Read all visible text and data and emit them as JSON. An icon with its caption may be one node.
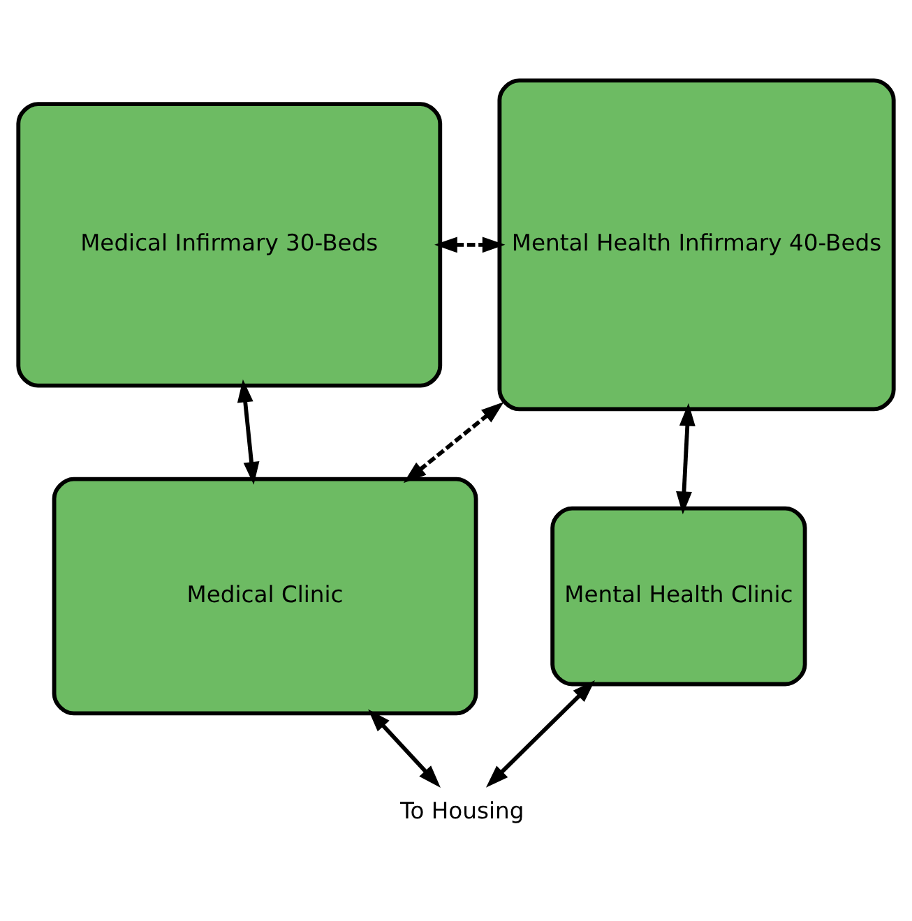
{
  "diagram": {
    "nodes": [
      {
        "text": [
          "Medical Infirmary 30-Beds"
        ]
      },
      {
        "text": [
          "Mental Health Infirmary 40-Beds"
        ]
      },
      {
        "text": [
          "Medical Clinic"
        ]
      },
      {
        "text": [
          "Mental Health Clinic"
        ]
      },
      {
        "text": [
          "To Housing"
        ]
      }
    ],
    "edges": [
      {
        "from": 0,
        "to": 1,
        "arrow": "both",
        "style": "dashed"
      },
      {
        "from": 0,
        "to": 2,
        "arrow": "both"
      },
      {
        "from": 2,
        "to": 1,
        "arrow": "both",
        "style": "dashed"
      },
      {
        "from": 1,
        "to": 3,
        "arrow": "both"
      },
      {
        "from": 2,
        "to": 4,
        "arrow": "both"
      },
      {
        "from": 3,
        "to": 4,
        "arrow": "both"
      }
    ]
  }
}
